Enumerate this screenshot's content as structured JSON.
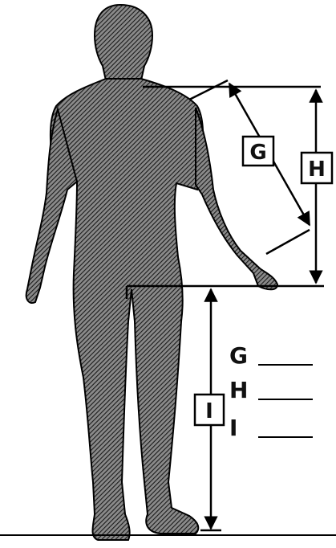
{
  "diagram": {
    "measure_boxes": {
      "g": "G",
      "h": "H",
      "i": "I"
    },
    "answer_list": [
      {
        "letter": "G"
      },
      {
        "letter": "H"
      },
      {
        "letter": "I"
      }
    ]
  }
}
